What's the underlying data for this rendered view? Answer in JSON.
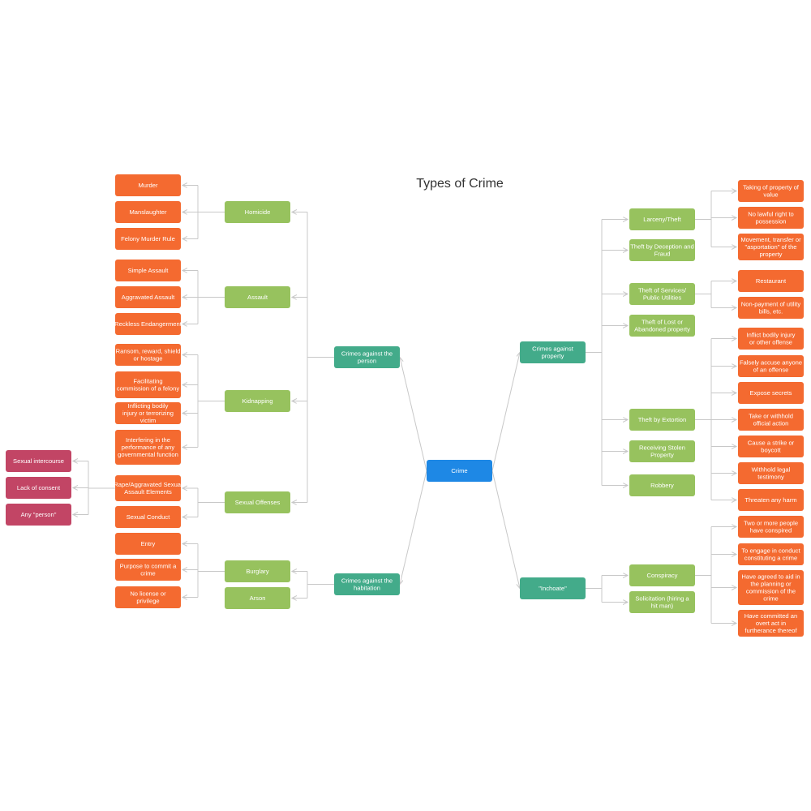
{
  "title": "Types of Crime",
  "colors": {
    "root": "#1e88e5",
    "category": "#43ab8a",
    "type": "#97c25e",
    "element": "#f46a30",
    "sub_element": "#c24565",
    "connector": "#c8c8c8",
    "text": "#ffffff"
  },
  "nodes": [
    {
      "id": "crime",
      "label": "Crime",
      "level": "root"
    },
    {
      "id": "cap",
      "label": "Crimes against the person",
      "level": "category"
    },
    {
      "id": "cah",
      "label": "Crimes against the habitation",
      "level": "category"
    },
    {
      "id": "capr",
      "label": "Crimes against property",
      "level": "category"
    },
    {
      "id": "inch",
      "label": "\"Inchoate\"",
      "level": "category"
    },
    {
      "id": "homicide",
      "label": "Homicide",
      "level": "type"
    },
    {
      "id": "assault",
      "label": "Assault",
      "level": "type"
    },
    {
      "id": "kidnapping",
      "label": "Kidnapping",
      "level": "type"
    },
    {
      "id": "sexoff",
      "label": "Sexual Offenses",
      "level": "type"
    },
    {
      "id": "burglary",
      "label": "Burglary",
      "level": "type"
    },
    {
      "id": "arson",
      "label": "Arson",
      "level": "type"
    },
    {
      "id": "larceny",
      "label": "Larceny/Theft",
      "level": "type"
    },
    {
      "id": "deception",
      "label": "Theft by Deception and Fraud",
      "level": "type"
    },
    {
      "id": "services",
      "label": "Theft of Services/ Public Utilities",
      "level": "type"
    },
    {
      "id": "lost",
      "label": "Theft of Lost or Abandoned property",
      "level": "type"
    },
    {
      "id": "extortion",
      "label": "Theft by Extortion",
      "level": "type"
    },
    {
      "id": "receiving",
      "label": "Receiving Stolen Property",
      "level": "type"
    },
    {
      "id": "robbery",
      "label": "Robbery",
      "level": "type"
    },
    {
      "id": "conspiracy",
      "label": "Conspiracy",
      "level": "type"
    },
    {
      "id": "solicitation",
      "label": "Solicitation (hiring a hit man)",
      "level": "type"
    },
    {
      "id": "murder",
      "label": "Murder",
      "level": "element"
    },
    {
      "id": "manslaughter",
      "label": "Manslaughter",
      "level": "element"
    },
    {
      "id": "felonymurder",
      "label": "Felony Murder Rule",
      "level": "element"
    },
    {
      "id": "simpleassault",
      "label": "Simple Assault",
      "level": "element"
    },
    {
      "id": "aggassault",
      "label": "Aggravated Assault",
      "level": "element"
    },
    {
      "id": "reckless",
      "label": "Reckless Endangerment",
      "level": "element"
    },
    {
      "id": "ransom",
      "label": "Ransom, reward, shield or hostage",
      "level": "element"
    },
    {
      "id": "facilitating",
      "label": "Facilitating commission of a felony",
      "level": "element"
    },
    {
      "id": "inflicting",
      "label": "Inflicting bodily injury or terrorizing victim",
      "level": "element"
    },
    {
      "id": "interfering",
      "label": "Interfering in the performance of any governmental function",
      "level": "element"
    },
    {
      "id": "rape",
      "label": "Rape/Aggravated Sexual Assault Elements",
      "level": "element"
    },
    {
      "id": "sexconduct",
      "label": "Sexual Conduct",
      "level": "element"
    },
    {
      "id": "entry",
      "label": "Entry",
      "level": "element"
    },
    {
      "id": "purpose",
      "label": "Purpose to commit a crime",
      "level": "element"
    },
    {
      "id": "nolicense",
      "label": "No license or privilege",
      "level": "element"
    },
    {
      "id": "intercourse",
      "label": "Sexual intercourse",
      "level": "sub_element"
    },
    {
      "id": "consent",
      "label": "Lack of consent",
      "level": "sub_element"
    },
    {
      "id": "anyperson",
      "label": "Any \"person\"",
      "level": "sub_element"
    },
    {
      "id": "taking",
      "label": "Taking of property of value",
      "level": "element"
    },
    {
      "id": "nolawful",
      "label": "No lawful right to possession",
      "level": "element"
    },
    {
      "id": "movement",
      "label": "Movement, transfer or \"asportation\" of the property",
      "level": "element"
    },
    {
      "id": "restaurant",
      "label": "Restaurant",
      "level": "element"
    },
    {
      "id": "nonpayment",
      "label": "Non-payment of utility bills, etc.",
      "level": "element"
    },
    {
      "id": "inflict",
      "label": "Inflict bodily injury or other offense",
      "level": "element"
    },
    {
      "id": "falsely",
      "label": "Falsely accuse anyone of an offense",
      "level": "element"
    },
    {
      "id": "expose",
      "label": "Expose secrets",
      "level": "element"
    },
    {
      "id": "takewithhold",
      "label": "Take or withhold official action",
      "level": "element"
    },
    {
      "id": "strike",
      "label": "Cause a strike or boycott",
      "level": "element"
    },
    {
      "id": "legal",
      "label": "Withhold legal testimony",
      "level": "element"
    },
    {
      "id": "harm",
      "label": "Threaten any harm",
      "level": "element"
    },
    {
      "id": "twoormore",
      "label": "Two or more people have conspired",
      "level": "element"
    },
    {
      "id": "engage",
      "label": "To engage in conduct constituting a crime",
      "level": "element"
    },
    {
      "id": "agreed",
      "label": "Have agreed to aid in the planning or commission of the crime",
      "level": "element"
    },
    {
      "id": "overt",
      "label": "Have committed an overt act in furtherance thereof",
      "level": "element"
    }
  ]
}
